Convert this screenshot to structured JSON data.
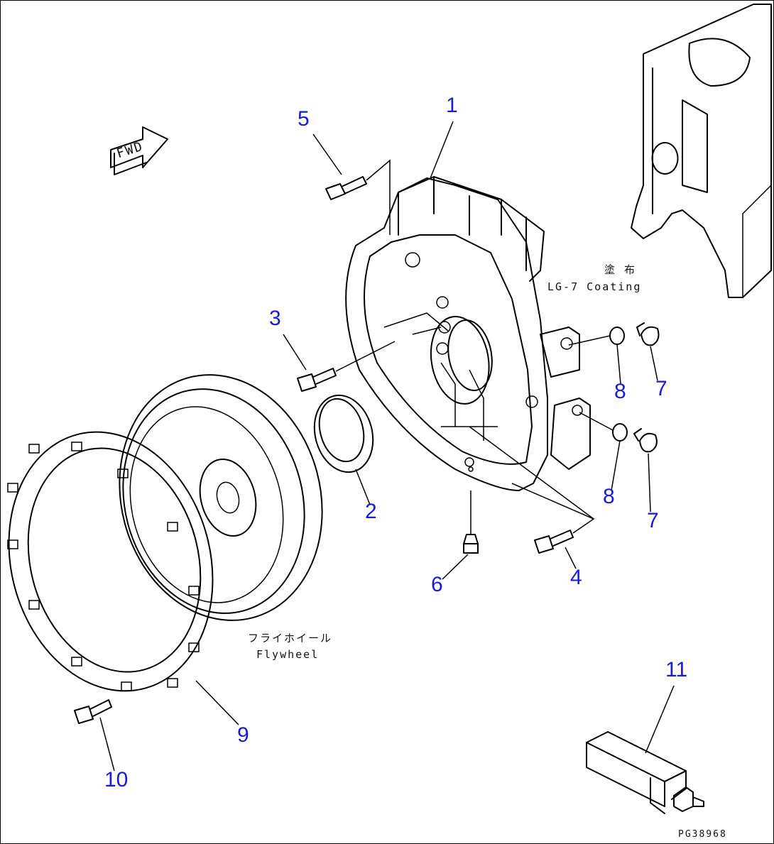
{
  "callouts": [
    {
      "id": "1",
      "label": "1"
    },
    {
      "id": "2",
      "label": "2"
    },
    {
      "id": "3",
      "label": "3"
    },
    {
      "id": "4",
      "label": "4"
    },
    {
      "id": "5",
      "label": "5"
    },
    {
      "id": "6",
      "label": "6"
    },
    {
      "id": "7a",
      "label": "7"
    },
    {
      "id": "7b",
      "label": "7"
    },
    {
      "id": "8a",
      "label": "8"
    },
    {
      "id": "8b",
      "label": "8"
    },
    {
      "id": "9",
      "label": "9"
    },
    {
      "id": "10",
      "label": "10"
    },
    {
      "id": "11",
      "label": "11"
    }
  ],
  "notes": {
    "coating_jp": "塗 布",
    "coating_en": "LG-7 Coating",
    "flywheel_jp": "フライホイール",
    "flywheel_en": "Flywheel",
    "fwd": "FWD"
  },
  "drawing_number": "PG38968",
  "colors": {
    "callout": "#1a1adc",
    "line": "#000000"
  }
}
